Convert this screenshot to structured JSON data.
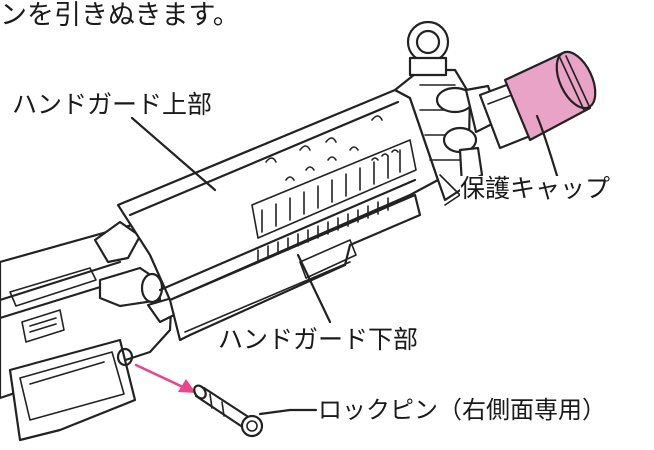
{
  "instruction_text": "ンを引きぬきます。",
  "labels": {
    "upper_handguard": "ハンドガード上部",
    "protective_cap": "保護キャップ",
    "lower_handguard": "ハンドガード下部",
    "lock_pin": "ロックピン（右側面専用）"
  },
  "colors": {
    "cap_fill": "#e9a3c6",
    "arrow": "#e8478b",
    "line": "#222222"
  }
}
